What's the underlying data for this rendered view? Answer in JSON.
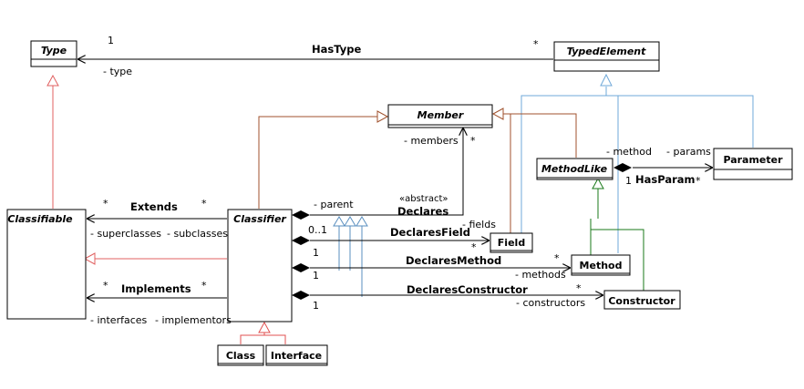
{
  "classes": {
    "type": "Type",
    "typed_element": "TypedElement",
    "member": "Member",
    "method_like": "MethodLike",
    "parameter": "Parameter",
    "classifiable": "Classifiable",
    "classifier": "Classifier",
    "field": "Field",
    "method": "Method",
    "constructor": "Constructor",
    "class": "Class",
    "interface": "Interface"
  },
  "associations": {
    "has_type": "HasType",
    "extends": "Extends",
    "implements": "Implements",
    "declares": "Declares",
    "declares_stereotype": "«abstract»",
    "declares_field": "DeclaresField",
    "declares_method": "DeclaresMethod",
    "declares_constructor": "DeclaresConstructor",
    "has_param": "HasParam"
  },
  "roles": {
    "type": "- type",
    "members": "- members",
    "parent": "- parent",
    "fields": "- fields",
    "methods": "- methods",
    "constructors": "- constructors",
    "method": "- method",
    "params": "- params",
    "superclasses": "- superclasses",
    "subclasses": "- subclasses",
    "interfaces": "- interfaces",
    "implementors": "- implementors"
  },
  "multiplicities": {
    "has_type_type": "1",
    "has_type_typed": "*",
    "members": "*",
    "declares_field_parent": "0..1",
    "declares_field_field": "*",
    "declares_method_parent": "1",
    "declares_method_method": "*",
    "declares_constructor_parent": "1",
    "declares_constructor_ctor": "*",
    "extends_left": "*",
    "extends_right": "*",
    "implements_left": "*",
    "implements_right": "*",
    "has_param_method": "1",
    "has_param_params": "*"
  },
  "colors": {
    "line": "#000000",
    "gen_type": "#e06060",
    "gen_typed_element": "#6fa8d8",
    "gen_member": "#a0522d",
    "gen_method_like": "#1a7a1a",
    "gen_classifier_sub": "#e05050",
    "gen_classifier": "#5a8fbf"
  }
}
